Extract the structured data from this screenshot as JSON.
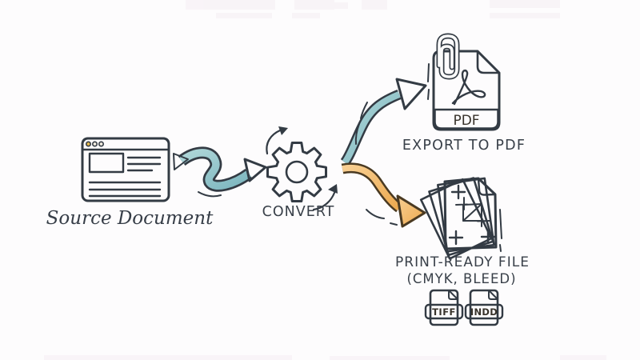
{
  "palette": {
    "background": "#fdfcfd",
    "ink": "#333b44",
    "teal": "#8ec3c9",
    "teal_light": "#b7dadb",
    "orange": "#f2b56b",
    "orange_light": "#f7cf96",
    "gold_dot": "#e5b94d",
    "text": "#394049"
  },
  "diagram": {
    "source": {
      "label": "Source Document",
      "icon": "browser-window"
    },
    "converter": {
      "label": "CONVERT",
      "icon": "gear"
    },
    "pdf_output": {
      "label": "EXPORT TO PDF",
      "file_badge": "PDF",
      "icon": "pdf-file-with-paperclip"
    },
    "print_output": {
      "label": "PRINT-READY FILE",
      "sublabel": "(CMYK, BLEED)",
      "icon": "page-stack-with-crop-marks",
      "formats": [
        "TIFF",
        "INDD"
      ]
    }
  }
}
